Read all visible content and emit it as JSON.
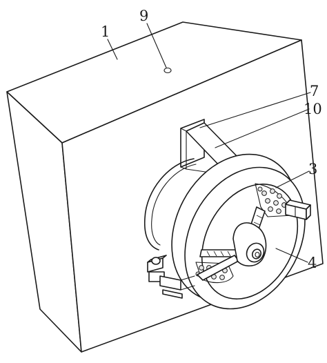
{
  "labels": {
    "n1": "1",
    "n9": "9",
    "n7": "7",
    "n10": "10",
    "n3": "3",
    "n4": "4"
  }
}
